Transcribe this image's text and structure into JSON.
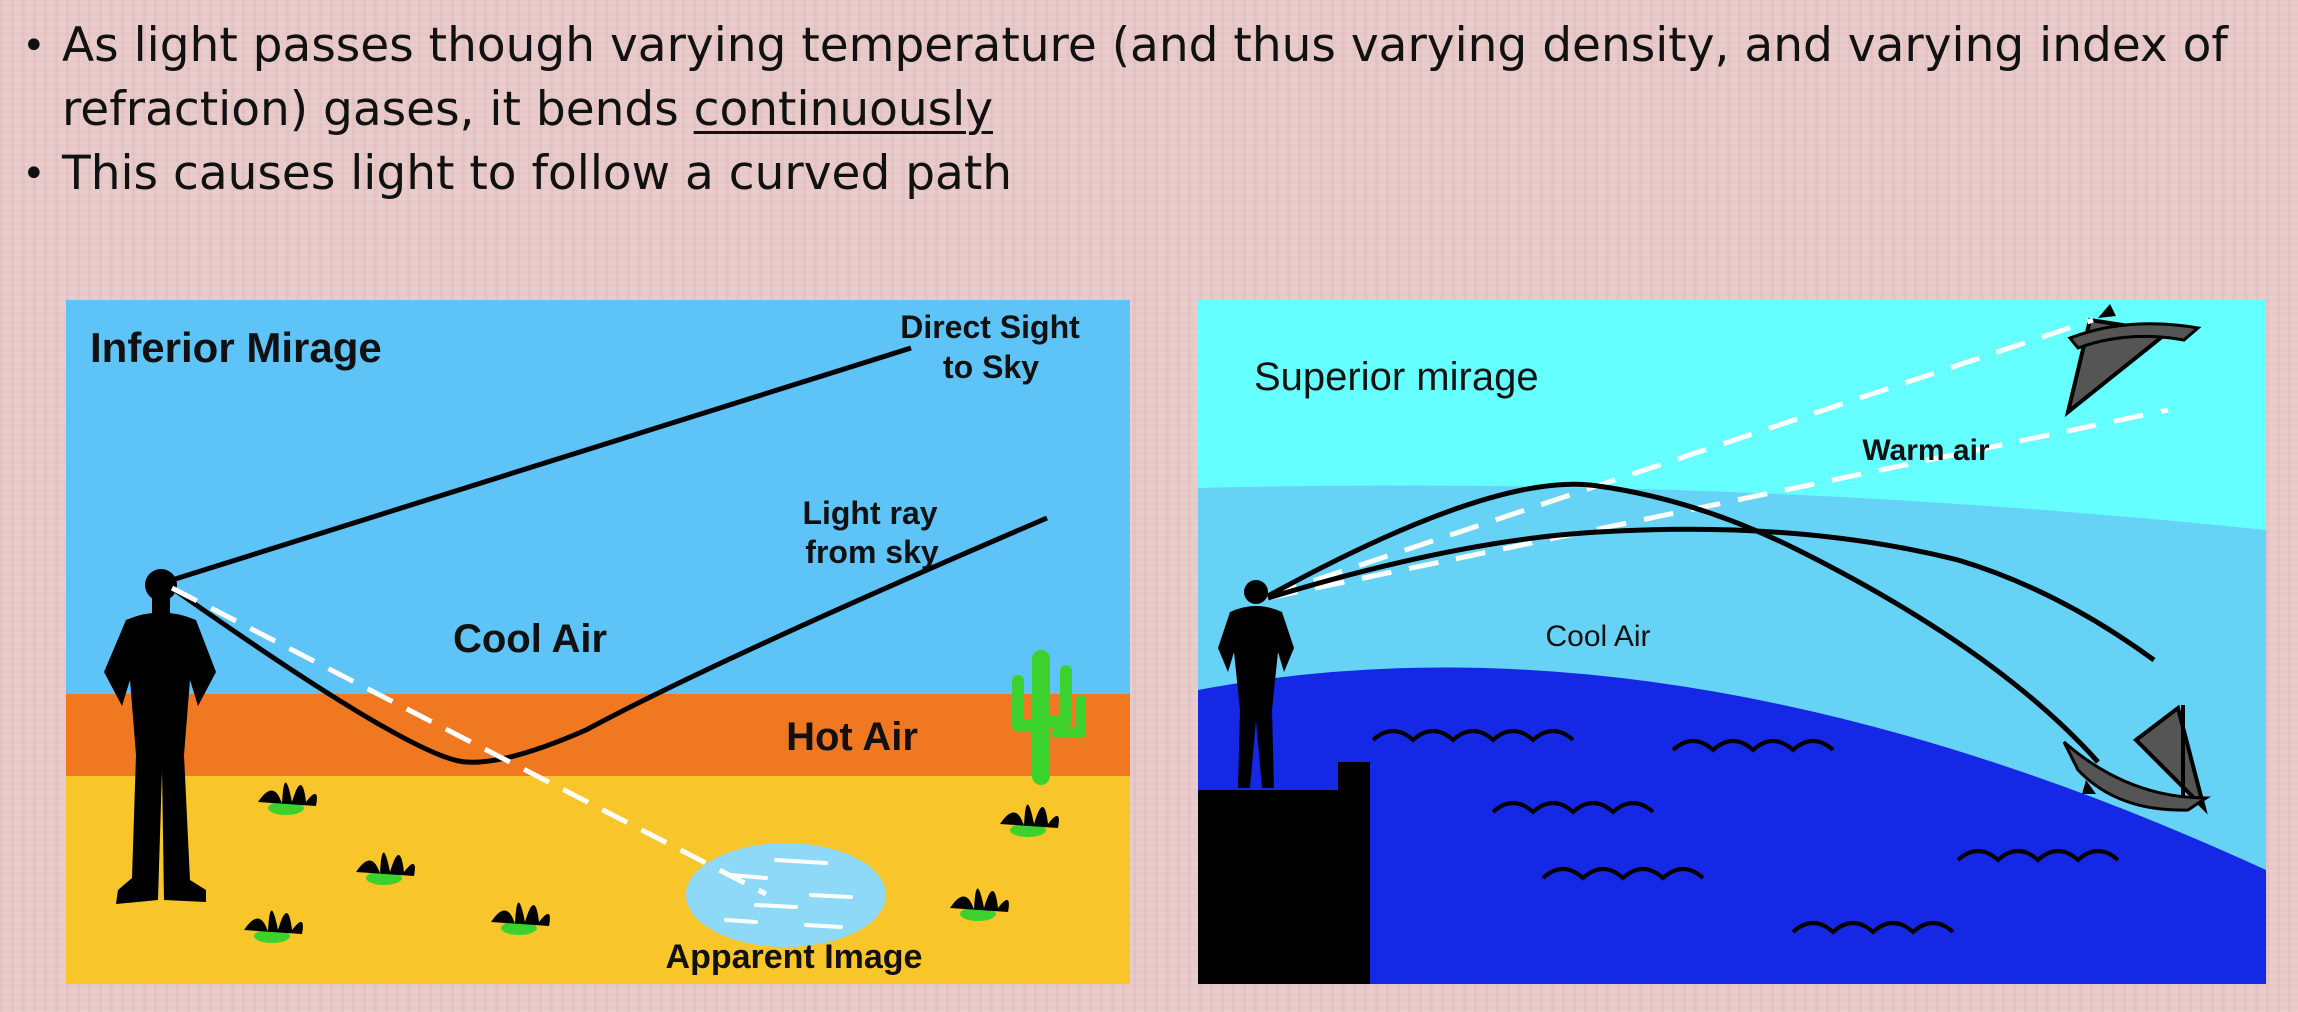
{
  "bullets": [
    {
      "line1": "As light passes though varying temperature (and thus varying density, and varying index of",
      "line2_pre": "refraction) gases, it bends ",
      "line2_underlined": "continuously"
    },
    {
      "text": "This causes light to follow a curved path"
    }
  ],
  "left_diagram": {
    "title": "Inferior Mirage",
    "direct_sight_line1": "Direct Sight",
    "direct_sight_line2": "to Sky",
    "light_ray_line1": "Light ray",
    "light_ray_line2": "from sky",
    "cool_air": "Cool Air",
    "hot_air": "Hot Air",
    "apparent_image": "Apparent Image",
    "colors": {
      "sky": "#5ec4f7",
      "hot_air": "#f07820",
      "ground": "#f8c62a",
      "cactus": "#3bd22e"
    }
  },
  "right_diagram": {
    "title": "Superior mirage",
    "warm_air": "Warm air",
    "cool_air": "Cool Air",
    "colors": {
      "warm_air": "#66ffff",
      "cool_air": "#66d2f5",
      "sea": "#1428e6"
    }
  }
}
